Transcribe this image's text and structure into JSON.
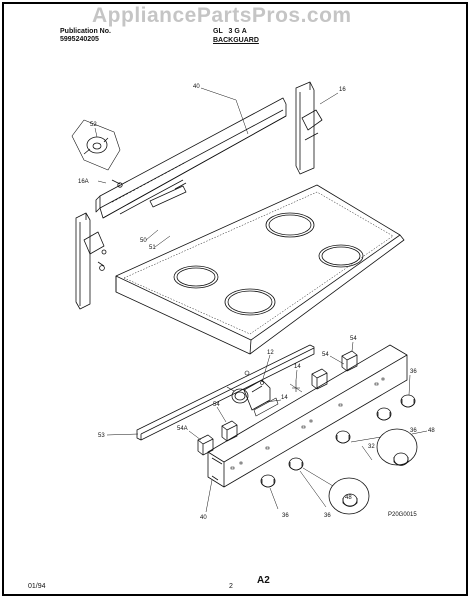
{
  "header": {
    "publication_label": "Publication No.",
    "publication_number": "5995240205",
    "model": "GL   3 G A",
    "section": "BACKGUARD"
  },
  "watermark": "AppliancePartsPros.com",
  "callouts": {
    "c40a": "40",
    "c16": "16",
    "c52": "52",
    "c16a": "16A",
    "c50": "50",
    "c51": "51",
    "c54a": "54",
    "c54b": "54",
    "c12": "12",
    "c14a": "14",
    "c14b": "14",
    "c36a": "36",
    "c53": "53",
    "c54c": "54",
    "c54d": "54A",
    "c48a": "48",
    "c36b": "36",
    "c32": "32",
    "c40b": "40",
    "c36c": "36",
    "c36d": "36",
    "c48b": "48"
  },
  "diagram_code": "P20G0015",
  "footer": {
    "date": "01/94",
    "sheet": "2",
    "page": "A2"
  }
}
